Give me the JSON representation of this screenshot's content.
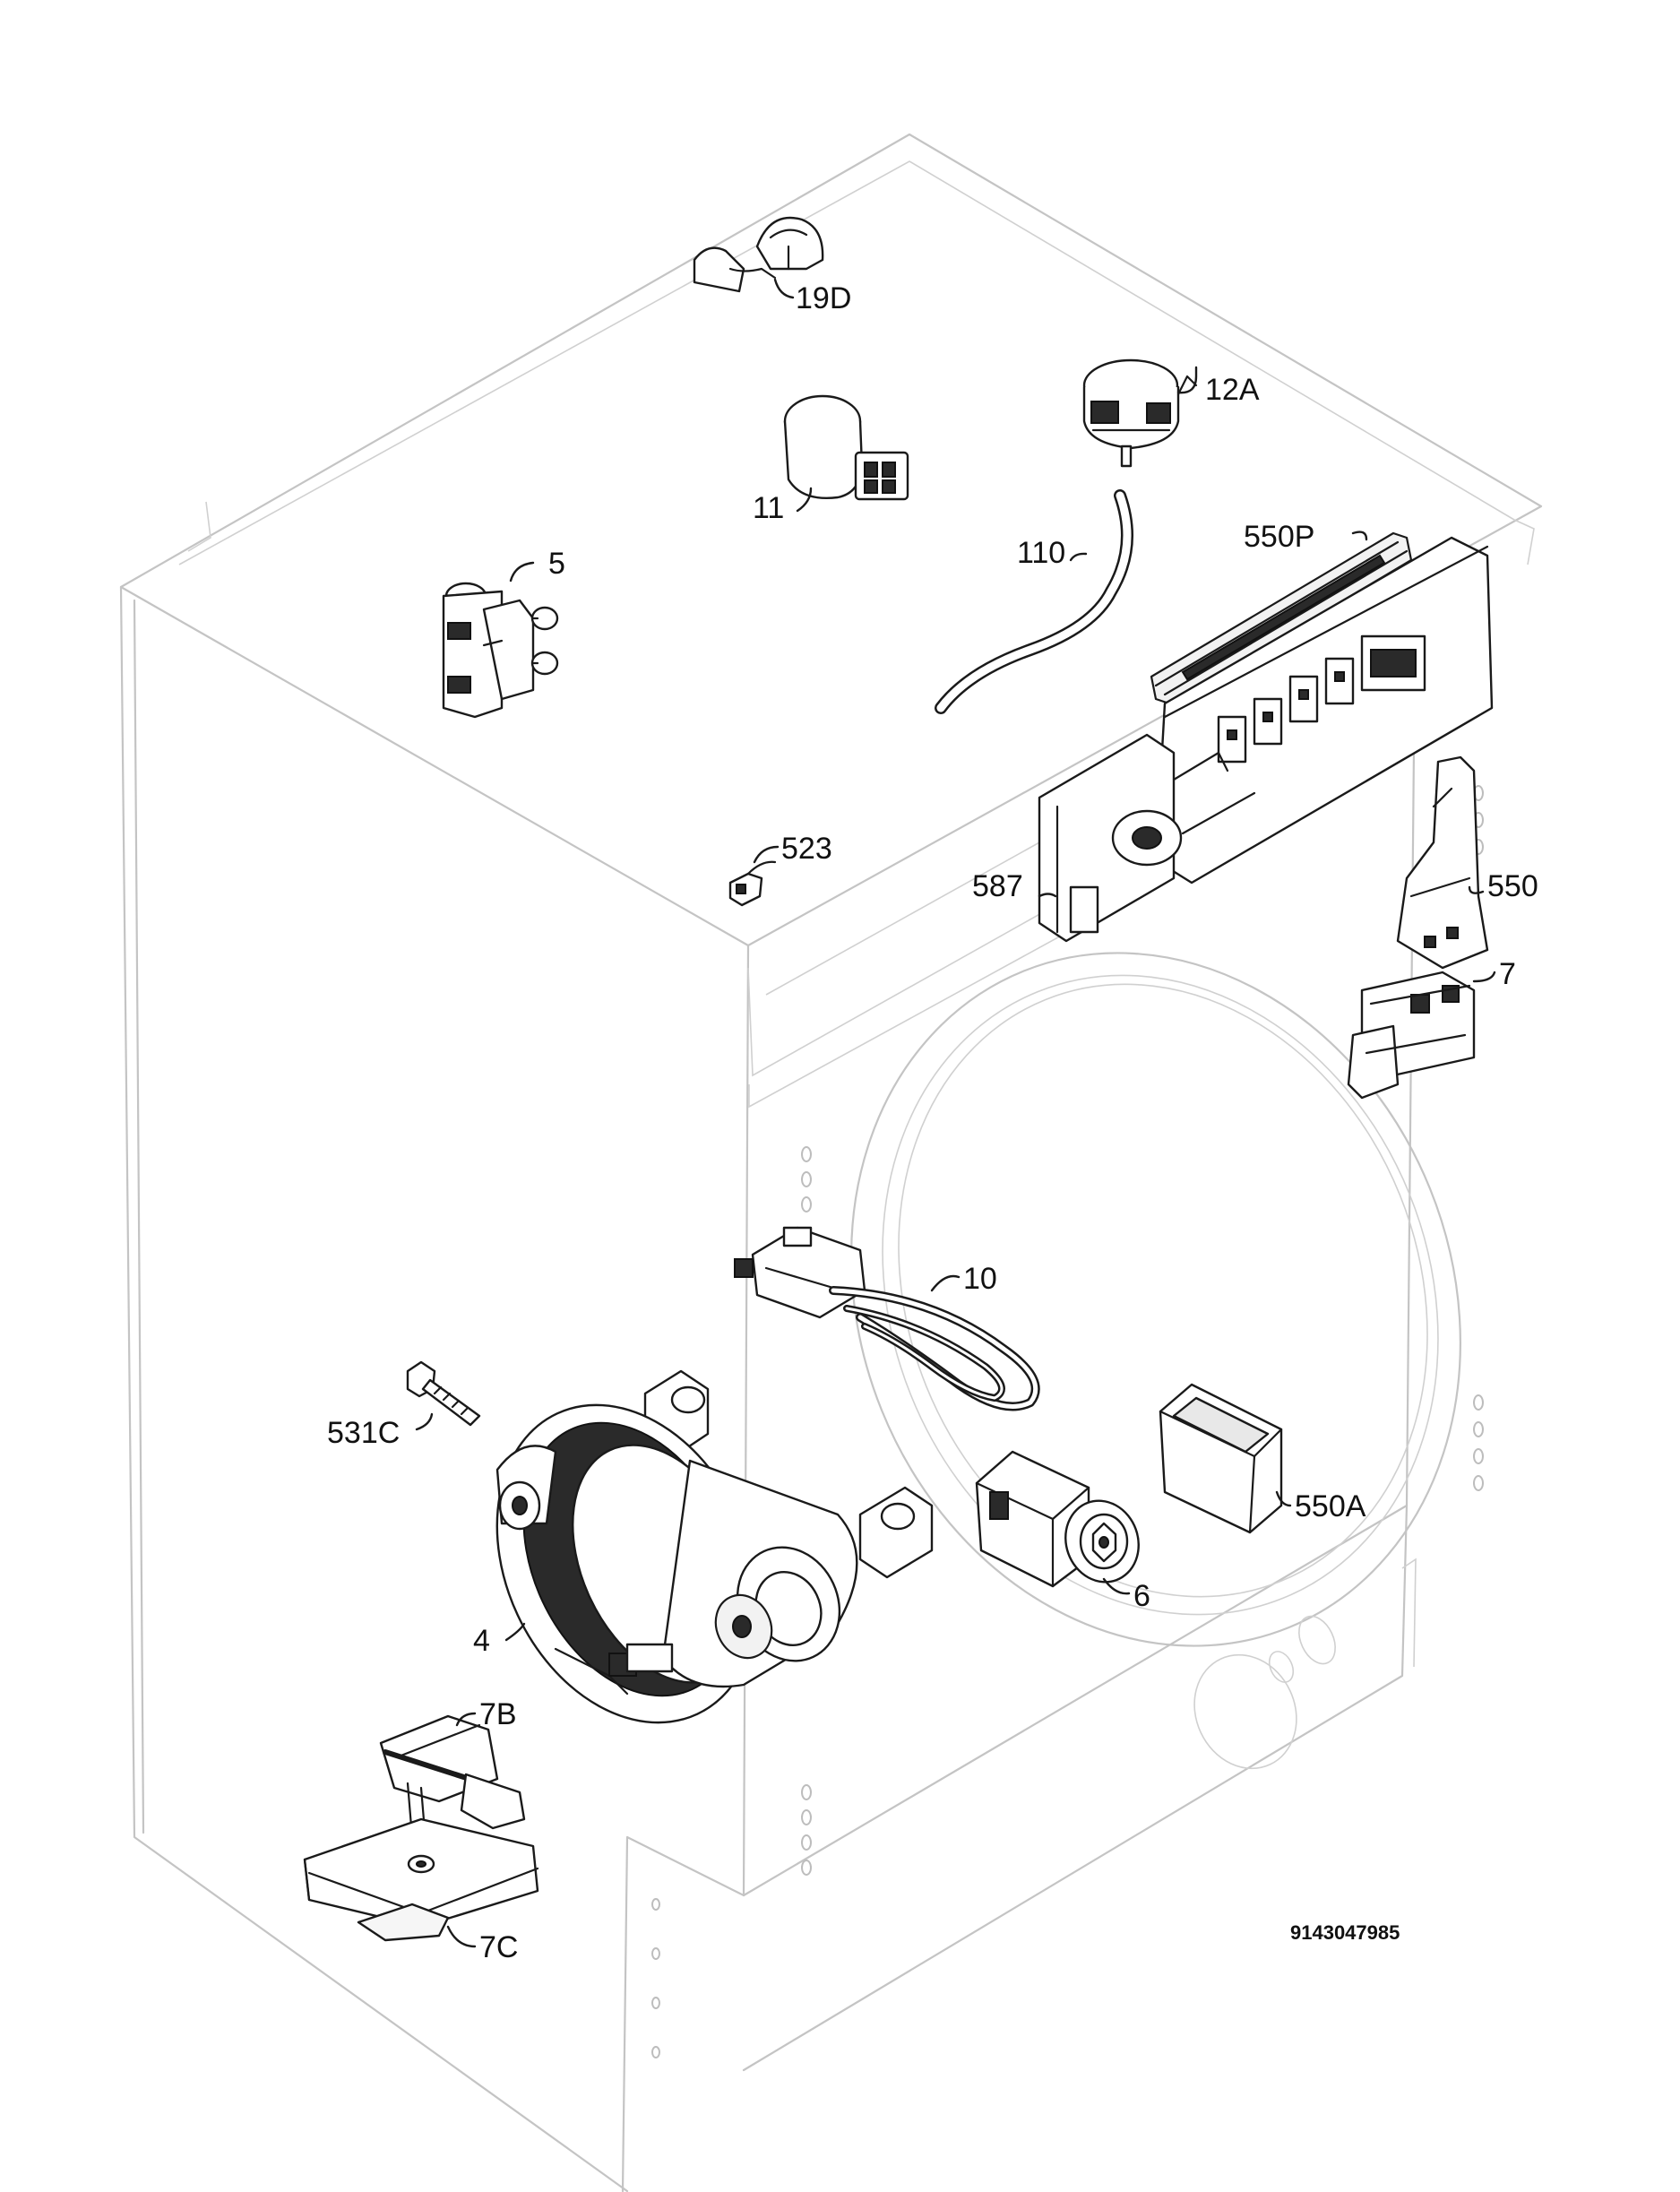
{
  "diagram": {
    "catalog_number": "9143047985",
    "parts": [
      {
        "id": "19D"
      },
      {
        "id": "12A"
      },
      {
        "id": "11"
      },
      {
        "id": "110"
      },
      {
        "id": "550P"
      },
      {
        "id": "5"
      },
      {
        "id": "523"
      },
      {
        "id": "587"
      },
      {
        "id": "550"
      },
      {
        "id": "7"
      },
      {
        "id": "10"
      },
      {
        "id": "531C"
      },
      {
        "id": "550A"
      },
      {
        "id": "4"
      },
      {
        "id": "6"
      },
      {
        "id": "7B"
      },
      {
        "id": "7C"
      }
    ]
  }
}
